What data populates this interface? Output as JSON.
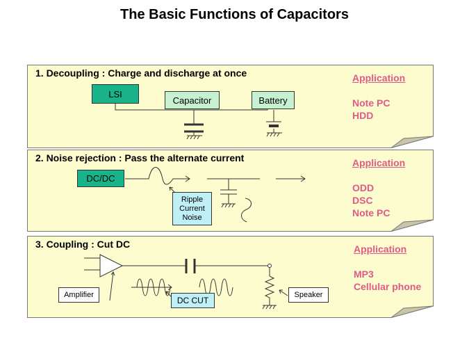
{
  "title": "The Basic Functions of Capacitors",
  "colors": {
    "panel_fill": "#fdfccf",
    "application_text": "#e05a87",
    "dark_box": "#19b38a",
    "light_box": "#c6f2cf",
    "cyan_box": "#bff0f8"
  },
  "panels": [
    {
      "heading": "1.  Decoupling :  Charge and discharge at once",
      "application_title": "Application",
      "applications": [
        "Note PC",
        "HDD"
      ],
      "boxes": {
        "lsi": "LSI",
        "capacitor": "Capacitor",
        "battery": "Battery"
      }
    },
    {
      "heading": "2.  Noise rejection : Pass the alternate current",
      "application_title": "Application",
      "applications": [
        "ODD",
        "DSC",
        "Note  PC"
      ],
      "boxes": {
        "dcdc": "DC/DC",
        "ripple_line1": "Ripple",
        "ripple_line2": "Current",
        "ripple_line3": "Noise"
      }
    },
    {
      "heading": "3. Coupling : Cut DC",
      "application_title": "Application",
      "applications": [
        "MP3",
        "Cellular phone"
      ],
      "boxes": {
        "amplifier": "Amplifier",
        "dc_cut": "DC CUT",
        "speaker": "Speaker"
      }
    }
  ]
}
